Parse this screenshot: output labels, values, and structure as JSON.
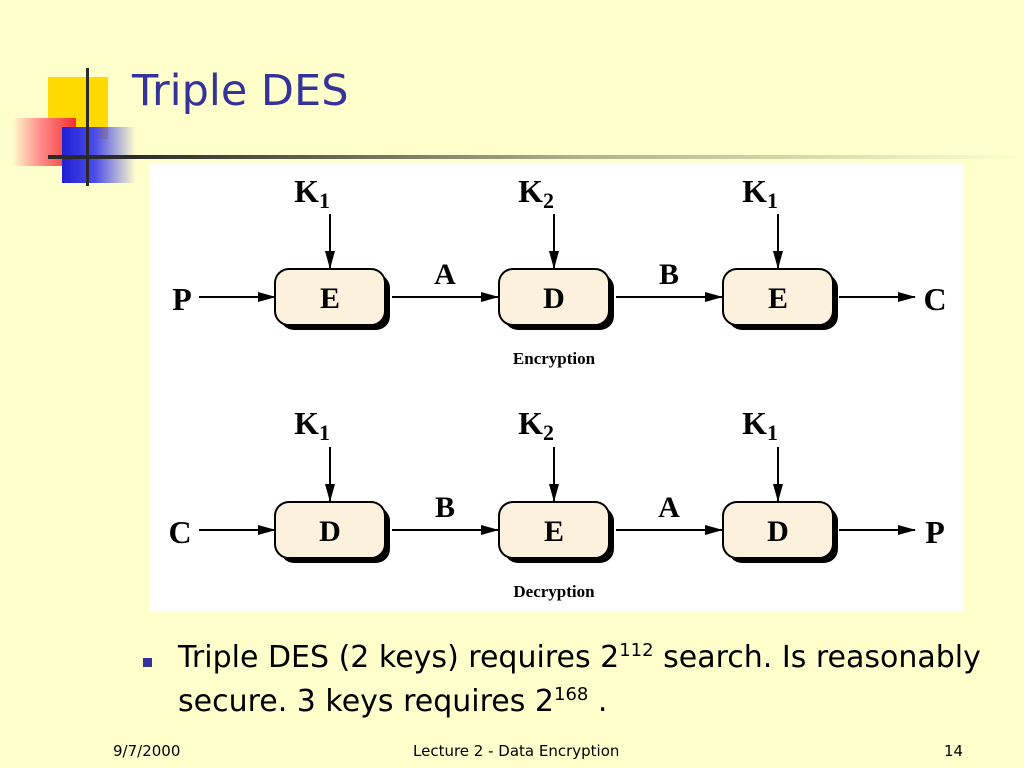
{
  "slide": {
    "title": "Triple DES",
    "bullet": {
      "part1": "Triple DES (2 keys) requires 2",
      "exp1": "112",
      "part2": " search. Is reasonably secure. 3 keys requires 2",
      "exp2": "168",
      "part3": " ."
    },
    "footer": {
      "date": "9/7/2000",
      "title": "Lecture 2 -  Data Encryption",
      "page": "14"
    }
  },
  "diagram": {
    "encryption": {
      "caption": "Encryption",
      "input": "P",
      "output": "C",
      "boxes": [
        {
          "label": "E",
          "key": "K",
          "key_sub": "1"
        },
        {
          "label": "D",
          "key": "K",
          "key_sub": "2"
        },
        {
          "label": "E",
          "key": "K",
          "key_sub": "1"
        }
      ],
      "links": [
        "A",
        "B"
      ]
    },
    "decryption": {
      "caption": "Decryption",
      "input": "C",
      "output": "P",
      "boxes": [
        {
          "label": "D",
          "key": "K",
          "key_sub": "1"
        },
        {
          "label": "E",
          "key": "K",
          "key_sub": "2"
        },
        {
          "label": "D",
          "key": "K",
          "key_sub": "1"
        }
      ],
      "links": [
        "B",
        "A"
      ]
    }
  }
}
